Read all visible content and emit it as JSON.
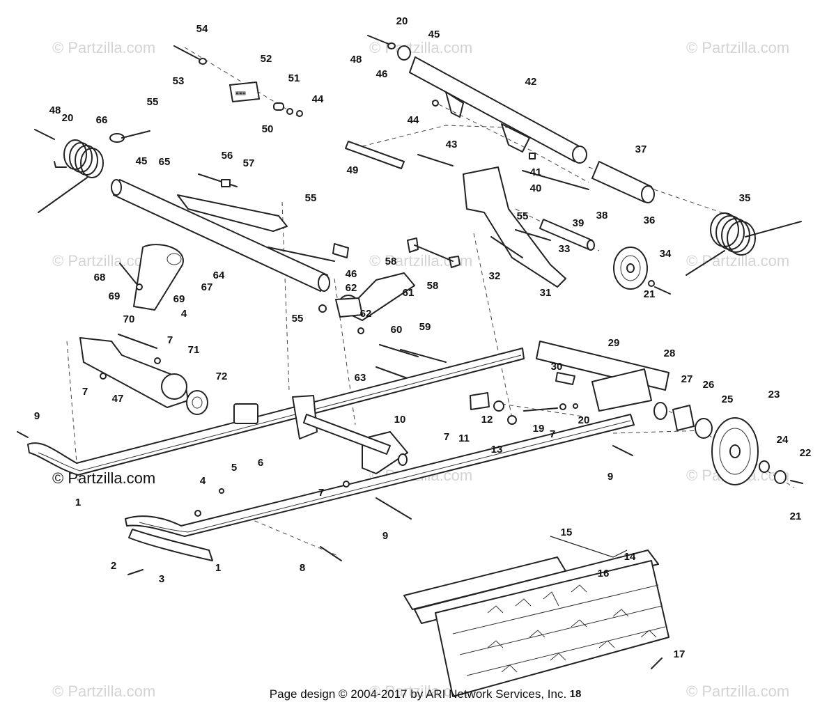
{
  "watermark": {
    "faint": "© Partzilla.com",
    "strong": "© Partzilla.com"
  },
  "footer": "Page design © 2004-2017 by ARI Network Services, Inc.",
  "callouts": [
    "54",
    "53",
    "52",
    "51",
    "50",
    "44",
    "20",
    "48",
    "45",
    "46",
    "42",
    "44",
    "48",
    "20",
    "66",
    "55",
    "65",
    "45",
    "56",
    "57",
    "55",
    "49",
    "43",
    "41",
    "40",
    "37",
    "35",
    "39",
    "38",
    "36",
    "34",
    "21",
    "55",
    "33",
    "32",
    "31",
    "58",
    "58",
    "64",
    "68",
    "69",
    "67",
    "69",
    "4",
    "46",
    "62",
    "55",
    "61",
    "62",
    "60",
    "59",
    "63",
    "70",
    "7",
    "71",
    "72",
    "7",
    "47",
    "9",
    "1",
    "10",
    "7",
    "11",
    "12",
    "13",
    "19",
    "7",
    "20",
    "30",
    "29",
    "28",
    "27",
    "26",
    "25",
    "23",
    "24",
    "22",
    "21",
    "9",
    "4",
    "5",
    "6",
    "7",
    "9",
    "2",
    "3",
    "1",
    "8",
    "15",
    "14",
    "16",
    "17",
    "18"
  ]
}
